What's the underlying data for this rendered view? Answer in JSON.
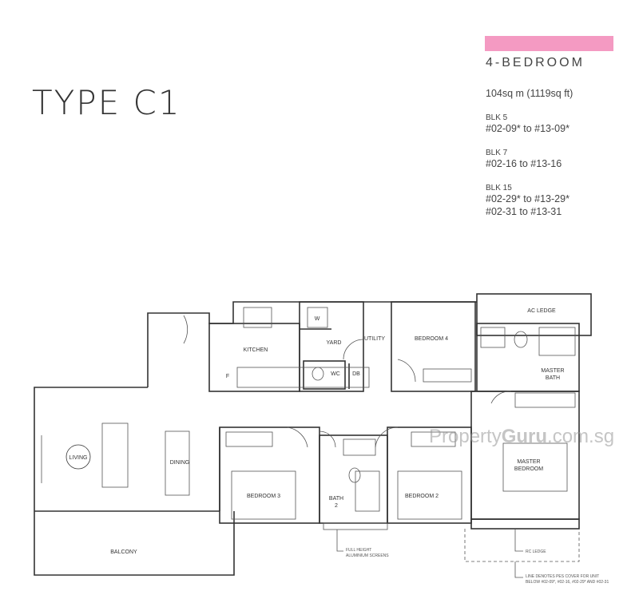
{
  "title": "TYPE C1",
  "unit_type": "4-BEDROOM",
  "accent_color": "#f49ac2",
  "area": "104sq m (1119sq ft)",
  "blocks": [
    {
      "block": "BLK 5",
      "units": [
        "#02-09* to #13-09*"
      ]
    },
    {
      "block": "BLK 7",
      "units": [
        "#02-16 to #13-16"
      ]
    },
    {
      "block": "BLK 15",
      "units": [
        "#02-29* to #13-29*",
        "#02-31 to #13-31"
      ]
    }
  ],
  "rooms": {
    "living": "LIVING",
    "dining": "DINING",
    "kitchen": "KITCHEN",
    "yard": "YARD",
    "utility": "UTILITY",
    "washer": "W",
    "wc": "WC",
    "db": "DB",
    "fridge": "F",
    "bedroom4": "BEDROOM 4",
    "ac_ledge": "AC LEDGE",
    "master_bath_1": "MASTER",
    "master_bath_2": "BATH",
    "master_bedroom_1": "MASTER",
    "master_bedroom_2": "BEDROOM",
    "bedroom3": "BEDROOM 3",
    "bath2_1": "BATH",
    "bath2_2": "2",
    "bedroom2": "BEDROOM 2",
    "balcony": "BALCONY"
  },
  "notes": {
    "screens_1": "FULL HEIGHT",
    "screens_2": "ALUMINIUM SCREENS",
    "rc_ledge": "RC LEDGE",
    "pes_1": "LINE DENOTES PES COVER FOR UNIT",
    "pes_2": "BELOW #02-09*, #02-16, #02-29* AND #02-31"
  },
  "watermark": {
    "part1": "Property",
    "part2": "Guru",
    "part3": ".com.sg"
  }
}
